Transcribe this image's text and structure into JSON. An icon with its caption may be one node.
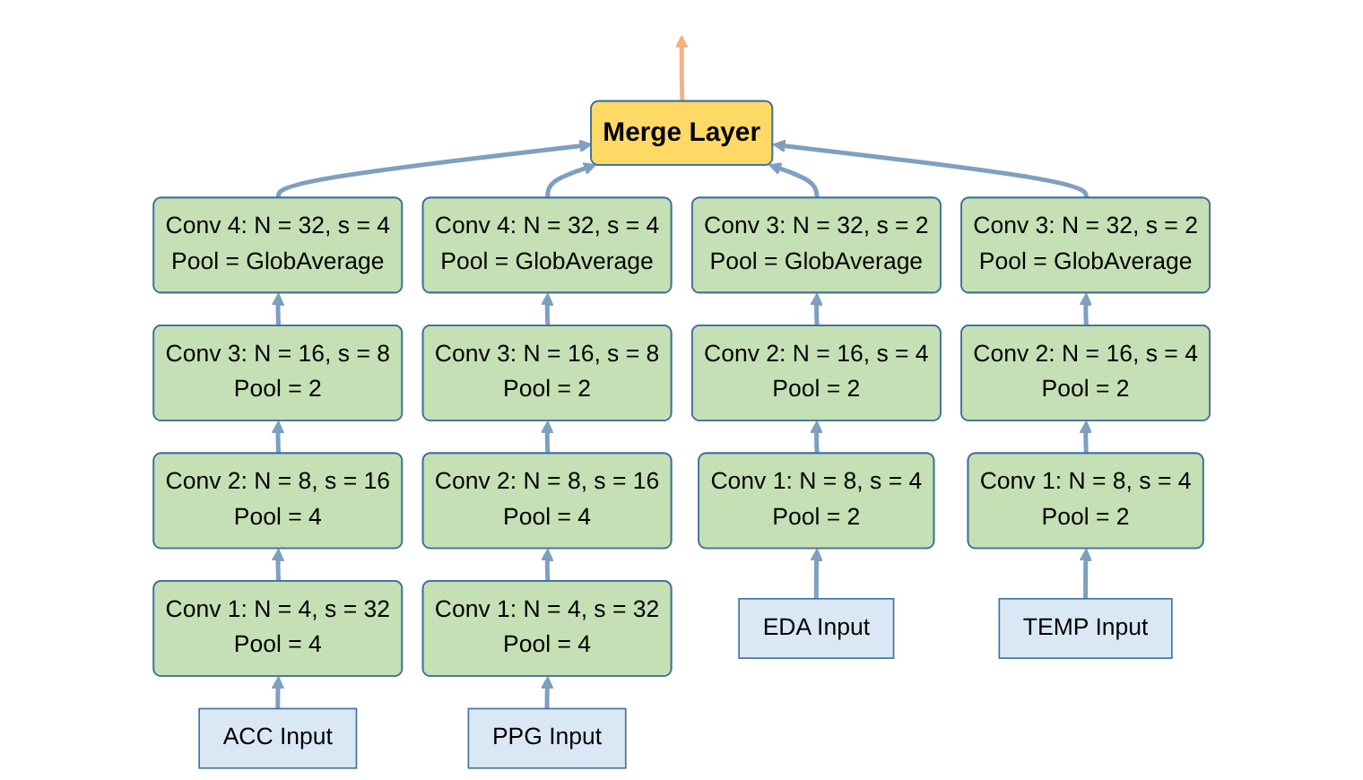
{
  "diagram": {
    "nodes": [
      {
        "text": [
          "Merge Layer"
        ]
      },
      {
        "text": [
          "Conv 4: N = 32, s = 4",
          "Pool = GlobAverage"
        ]
      },
      {
        "text": [
          "Conv 4: N = 32, s = 4",
          "Pool = GlobAverage"
        ]
      },
      {
        "text": [
          "Conv 3: N = 32, s = 2",
          "Pool = GlobAverage"
        ]
      },
      {
        "text": [
          "Conv 3: N = 32, s = 2",
          "Pool = GlobAverage"
        ]
      },
      {
        "text": [
          "Conv 3: N = 16, s = 8",
          "Pool = 2"
        ]
      },
      {
        "text": [
          "Conv 3: N = 16, s = 8",
          "Pool = 2"
        ]
      },
      {
        "text": [
          "Conv 2: N = 16, s = 4",
          "Pool = 2"
        ]
      },
      {
        "text": [
          "Conv 2: N = 16, s = 4",
          "Pool = 2"
        ]
      },
      {
        "text": [
          "Conv 2: N = 8, s = 16",
          "Pool = 4"
        ]
      },
      {
        "text": [
          "Conv 2: N = 8, s = 16",
          "Pool = 4"
        ]
      },
      {
        "text": [
          "Conv 1: N = 8, s = 4",
          "Pool = 2"
        ]
      },
      {
        "text": [
          "Conv 1: N = 8, s = 4",
          "Pool = 2"
        ]
      },
      {
        "text": [
          "Conv 1: N = 4, s = 32",
          "Pool = 4"
        ]
      },
      {
        "text": [
          "Conv 1: N = 4, s = 32",
          "Pool = 4"
        ]
      },
      {
        "text": [
          "EDA Input"
        ]
      },
      {
        "text": [
          "TEMP Input"
        ]
      },
      {
        "text": [
          "ACC Input"
        ]
      },
      {
        "text": [
          "PPG Input"
        ]
      }
    ],
    "edges": [
      {
        "from": 17,
        "to": 13,
        "arrow": "to"
      },
      {
        "from": 13,
        "to": 9,
        "arrow": "to"
      },
      {
        "from": 9,
        "to": 5,
        "arrow": "to"
      },
      {
        "from": 5,
        "to": 1,
        "arrow": "to"
      },
      {
        "from": 1,
        "to": 0,
        "arrow": "to"
      },
      {
        "from": 18,
        "to": 14,
        "arrow": "to"
      },
      {
        "from": 14,
        "to": 10,
        "arrow": "to"
      },
      {
        "from": 10,
        "to": 6,
        "arrow": "to"
      },
      {
        "from": 6,
        "to": 2,
        "arrow": "to"
      },
      {
        "from": 2,
        "to": 0,
        "arrow": "to"
      },
      {
        "from": 15,
        "to": 11,
        "arrow": "to"
      },
      {
        "from": 11,
        "to": 7,
        "arrow": "to"
      },
      {
        "from": 7,
        "to": 3,
        "arrow": "to"
      },
      {
        "from": 3,
        "to": 0,
        "arrow": "to"
      },
      {
        "from": 16,
        "to": 12,
        "arrow": "to"
      },
      {
        "from": 12,
        "to": 8,
        "arrow": "to"
      },
      {
        "from": 8,
        "to": 4,
        "arrow": "to"
      },
      {
        "from": 4,
        "to": 0,
        "arrow": "to"
      },
      {
        "from": 0,
        "to": null,
        "arrow": "to",
        "color": "#f4b183"
      }
    ]
  }
}
